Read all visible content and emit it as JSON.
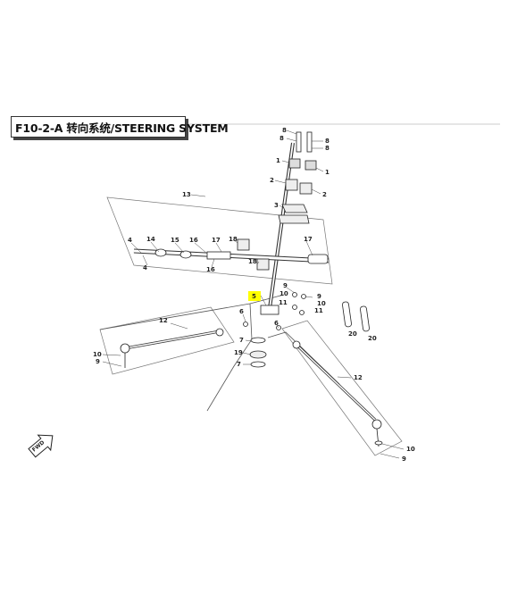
{
  "title": "F10-2-A 转向系统/STEERING SYSTEM",
  "fwd_label": "FWD",
  "highlight_color": "#ffff00",
  "callouts": [
    {
      "id": "c8a",
      "text": "8"
    },
    {
      "id": "c8b",
      "text": "8"
    },
    {
      "id": "c8c",
      "text": "8"
    },
    {
      "id": "c8d",
      "text": "8"
    },
    {
      "id": "c1a",
      "text": "1"
    },
    {
      "id": "c1b",
      "text": "1"
    },
    {
      "id": "c2a",
      "text": "2"
    },
    {
      "id": "c2b",
      "text": "2"
    },
    {
      "id": "c13",
      "text": "13"
    },
    {
      "id": "c3",
      "text": "3"
    },
    {
      "id": "c4a",
      "text": "4"
    },
    {
      "id": "c14",
      "text": "14"
    },
    {
      "id": "c15",
      "text": "15"
    },
    {
      "id": "c16a",
      "text": "16"
    },
    {
      "id": "c17a",
      "text": "17"
    },
    {
      "id": "c18a",
      "text": "18"
    },
    {
      "id": "c4b",
      "text": "4"
    },
    {
      "id": "c16b",
      "text": "16"
    },
    {
      "id": "c18b",
      "text": "18"
    },
    {
      "id": "c17b",
      "text": "17"
    },
    {
      "id": "c5",
      "text": "5"
    },
    {
      "id": "c9a",
      "text": "9"
    },
    {
      "id": "c10a",
      "text": "10"
    },
    {
      "id": "c9b",
      "text": "9"
    },
    {
      "id": "c11a",
      "text": "11"
    },
    {
      "id": "c10b",
      "text": "10"
    },
    {
      "id": "c11b",
      "text": "11"
    },
    {
      "id": "c20a",
      "text": "20"
    },
    {
      "id": "c20b",
      "text": "20"
    },
    {
      "id": "c12a",
      "text": "12"
    },
    {
      "id": "c6a",
      "text": "6"
    },
    {
      "id": "c6b",
      "text": "6"
    },
    {
      "id": "c7a",
      "text": "7"
    },
    {
      "id": "c19",
      "text": "19"
    },
    {
      "id": "c7b",
      "text": "7"
    },
    {
      "id": "c10c",
      "text": "10"
    },
    {
      "id": "c9c",
      "text": "9"
    },
    {
      "id": "c12b",
      "text": "12"
    },
    {
      "id": "c10d",
      "text": "10"
    },
    {
      "id": "c9d",
      "text": "9"
    }
  ]
}
